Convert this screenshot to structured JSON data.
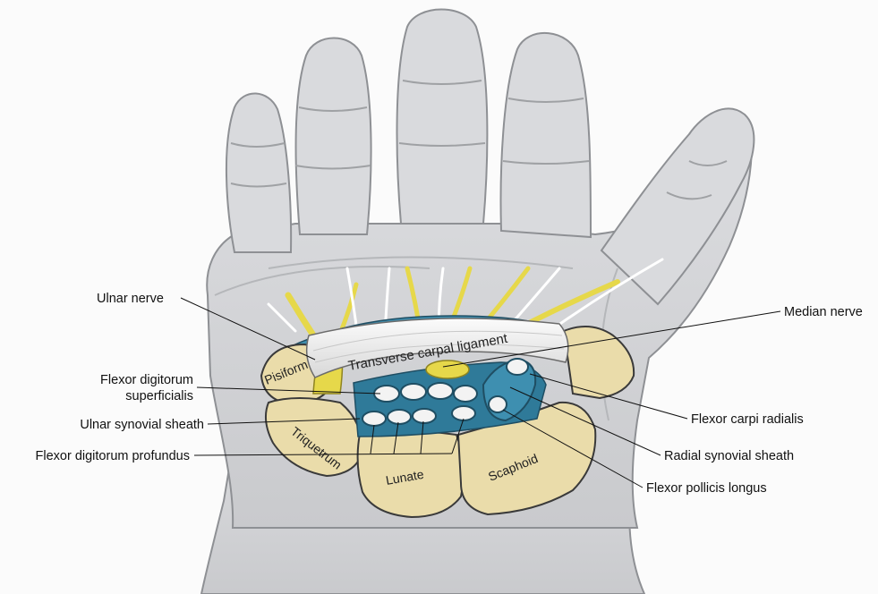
{
  "labels": {
    "ulnar_nerve": "Ulnar nerve",
    "median_nerve": "Median nerve",
    "fds_line1": "Flexor digitorum",
    "fds_line2": "superficialis",
    "ulnar_synovial_sheath": "Ulnar synovial sheath",
    "fdp": "Flexor digitorum profundus",
    "flexor_carpi_radialis": "Flexor carpi radialis",
    "radial_synovial_sheath": "Radial synovial sheath",
    "flexor_pollicis_longus": "Flexor pollicis longus",
    "transverse_carpal_ligament": "Transverse carpal ligament",
    "pisiform": "Pisiform",
    "triquetrum": "Triquetrum",
    "lunate": "Lunate",
    "scaphoid": "Scaphoid"
  },
  "colors": {
    "skin": "#d6d7d9",
    "skin_outline": "#8e9094",
    "bone": "#eadcaa",
    "bone_outline": "#3a3a3a",
    "sheath": "#3e8fb0",
    "nerve": "#e6d84a",
    "ligament": "#f2f2f2"
  }
}
